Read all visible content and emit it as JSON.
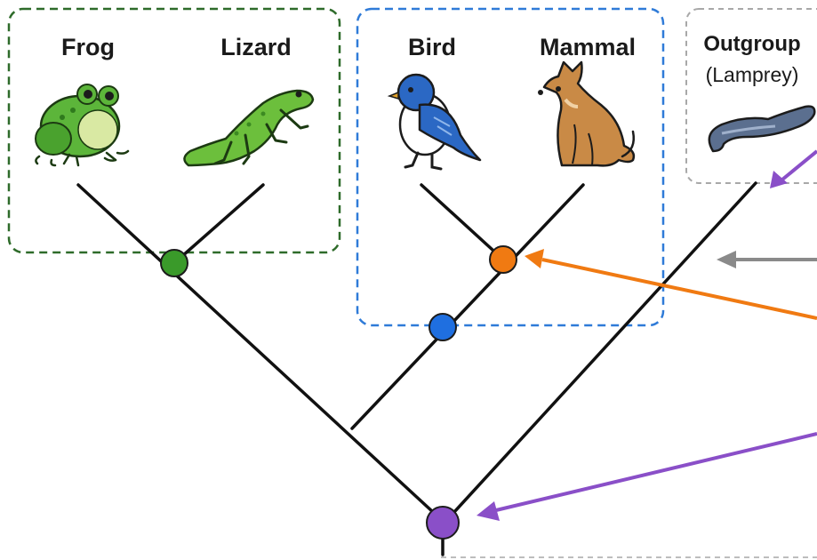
{
  "taxa": {
    "frog": "Frog",
    "lizard": "Lizard",
    "bird": "Bird",
    "mammal": "Mammal",
    "outgroup": "Outgroup",
    "outgroup_sub": "(Lamprey)"
  },
  "clade_box_colors": {
    "green_group": "#2e6b2a",
    "blue_group": "#2f7bd8",
    "outgroup": "#a8a8a8"
  },
  "node_colors": {
    "frog_lizard_node": "#3a9a2a",
    "bird_mammal_node": "#f07a12",
    "amniote_node": "#1f6fe0",
    "root_node": "#8a4fc8"
  },
  "arrow_colors": {
    "purple": "#8a4fc8",
    "orange": "#f07a12",
    "gray": "#8a8a8a"
  },
  "icons": [
    "frog-icon",
    "lizard-icon",
    "bird-icon",
    "dog-icon",
    "lamprey-icon"
  ]
}
